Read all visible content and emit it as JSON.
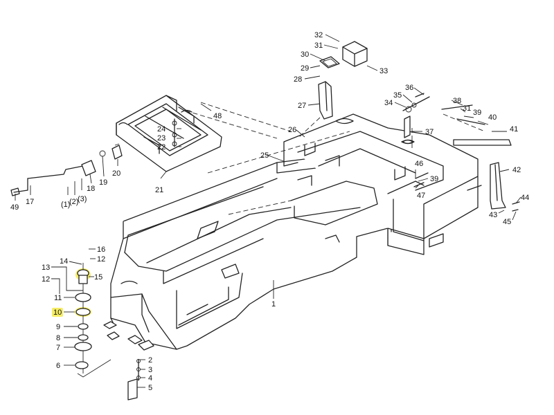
{
  "diagram": {
    "highlight_color": "#f4ea4a",
    "callouts": [
      {
        "id": "c32",
        "text": "32"
      },
      {
        "id": "c31a",
        "text": "31"
      },
      {
        "id": "c30",
        "text": "30"
      },
      {
        "id": "c29",
        "text": "29"
      },
      {
        "id": "c28",
        "text": "28"
      },
      {
        "id": "c33",
        "text": "33"
      },
      {
        "id": "c27",
        "text": "27"
      },
      {
        "id": "c36",
        "text": "36"
      },
      {
        "id": "c35",
        "text": "35"
      },
      {
        "id": "c34",
        "text": "34"
      },
      {
        "id": "c37",
        "text": "37"
      },
      {
        "id": "c38",
        "text": "38"
      },
      {
        "id": "c31b",
        "text": "31"
      },
      {
        "id": "c39a",
        "text": "39"
      },
      {
        "id": "c40",
        "text": "40"
      },
      {
        "id": "c41",
        "text": "41"
      },
      {
        "id": "c48",
        "text": "48"
      },
      {
        "id": "c24",
        "text": "24"
      },
      {
        "id": "c23",
        "text": "23"
      },
      {
        "id": "c22",
        "text": "22"
      },
      {
        "id": "c26",
        "text": "26"
      },
      {
        "id": "c25",
        "text": "25"
      },
      {
        "id": "c21",
        "text": "21"
      },
      {
        "id": "c20",
        "text": "20"
      },
      {
        "id": "c19",
        "text": "19"
      },
      {
        "id": "c18",
        "text": "18"
      },
      {
        "id": "c17",
        "text": "17"
      },
      {
        "id": "c49",
        "text": "49"
      },
      {
        "id": "c1p",
        "text": "(1)"
      },
      {
        "id": "c2p",
        "text": "(2)"
      },
      {
        "id": "c3p",
        "text": "(3)"
      },
      {
        "id": "c46",
        "text": "46"
      },
      {
        "id": "c39b",
        "text": "39"
      },
      {
        "id": "c47",
        "text": "47"
      },
      {
        "id": "c42",
        "text": "42"
      },
      {
        "id": "c44",
        "text": "44"
      },
      {
        "id": "c43",
        "text": "43"
      },
      {
        "id": "c45",
        "text": "45"
      },
      {
        "id": "c16",
        "text": "16"
      },
      {
        "id": "c14",
        "text": "14"
      },
      {
        "id": "c12a",
        "text": "12"
      },
      {
        "id": "c13",
        "text": "13"
      },
      {
        "id": "c12b",
        "text": "12"
      },
      {
        "id": "c15",
        "text": "15"
      },
      {
        "id": "c11",
        "text": "11"
      },
      {
        "id": "c10",
        "text": "10"
      },
      {
        "id": "c9",
        "text": "9"
      },
      {
        "id": "c8",
        "text": "8"
      },
      {
        "id": "c7",
        "text": "7"
      },
      {
        "id": "c6",
        "text": "6"
      },
      {
        "id": "c1",
        "text": "1"
      },
      {
        "id": "c2",
        "text": "2"
      },
      {
        "id": "c3",
        "text": "3"
      },
      {
        "id": "c4",
        "text": "4"
      },
      {
        "id": "c5",
        "text": "5"
      }
    ]
  }
}
